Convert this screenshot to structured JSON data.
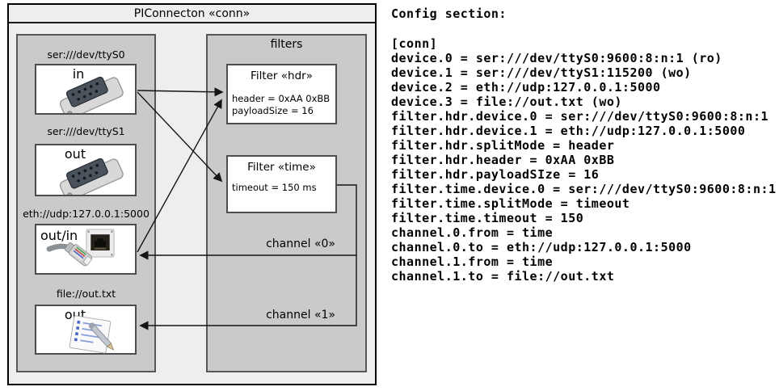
{
  "diagram": {
    "title": "PIConnecton «conn»",
    "filters_label": "filters",
    "devices": [
      {
        "uri": "ser:///dev/ttyS0",
        "port": "in",
        "icon": "serial-connector-icon"
      },
      {
        "uri": "ser:///dev/ttyS1",
        "port": "out",
        "icon": "serial-connector-icon"
      },
      {
        "uri": "eth://udp:127.0.0.1:5000",
        "port": "out/in",
        "icon": "ethernet-jack-and-cable-icon"
      },
      {
        "uri": "file://out.txt",
        "port": "out",
        "icon": "notepad-icon"
      }
    ],
    "filters": [
      {
        "title": "Filter «hdr»",
        "lines": [
          "header = 0xAA 0xBB",
          "payloadSize = 16"
        ]
      },
      {
        "title": "Filter «time»",
        "lines": [
          "timeout = 150 ms"
        ]
      }
    ],
    "channels": [
      {
        "label": "channel «0»"
      },
      {
        "label": "channel «1»"
      }
    ]
  },
  "config": {
    "heading": "Config section:",
    "lines": [
      "[conn]",
      "device.0 = ser:///dev/ttyS0:9600:8:n:1 (ro)",
      "device.1 = ser:///dev/ttyS1:115200 (wo)",
      "device.2 = eth://udp:127.0.0.1:5000",
      "device.3 = file://out.txt (wo)",
      "filter.hdr.device.0 = ser:///dev/ttyS0:9600:8:n:1",
      "filter.hdr.device.1 = eth://udp:127.0.0.1:5000",
      "filter.hdr.splitMode = header",
      "filter.hdr.header = 0xAA 0xBB",
      "filter.hdr.payloadSIze = 16",
      "filter.time.device.0 = ser:///dev/ttyS0:9600:8:n:1",
      "filter.time.splitMode = timeout",
      "filter.time.timeout = 150",
      "channel.0.from = time",
      "channel.0.to = eth://udp:127.0.0.1:5000",
      "channel.1.from = time",
      "channel.1.to = file://out.txt"
    ]
  },
  "colors": {
    "page_bg": "#ffffff",
    "frame_fill": "#eeeeee",
    "frame_border": "#000000",
    "group_fill": "#cacaca",
    "group_border": "#575757",
    "node_fill": "#ffffff",
    "node_border": "#4d4d4d",
    "line": "#151515",
    "text": "#000000"
  }
}
